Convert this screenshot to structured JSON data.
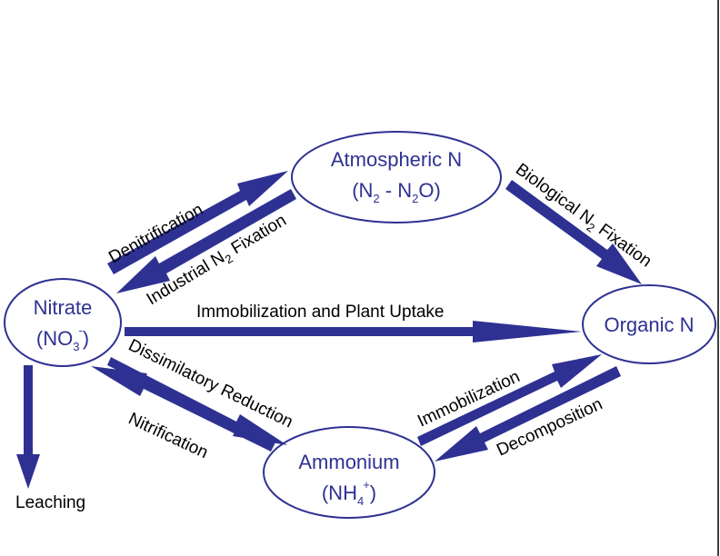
{
  "colors": {
    "arrow": "#2e3192",
    "node_text": "#2e3192",
    "label": "#000000",
    "background": "#ffffff"
  },
  "nodes": {
    "atmospheric": {
      "line1": "Atmospheric N",
      "f_a": "(N",
      "f_sub1": "2",
      "f_b": " - N",
      "f_sub2": "2",
      "f_c": "O)"
    },
    "nitrate": {
      "line1": "Nitrate",
      "f_a": "(NO",
      "f_sub": "3",
      "f_sup": "-",
      "f_b": ")"
    },
    "organic": {
      "line1": "Organic N"
    },
    "ammonium": {
      "line1": "Ammonium",
      "f_a": "(NH",
      "f_sub": "4",
      "f_sup": "+",
      "f_b": ")"
    }
  },
  "processes": {
    "denitrification": "Denitrification",
    "industrial": {
      "a": "Industrial N",
      "sub": "2",
      "b": " Fixation"
    },
    "biological": {
      "a": "Biological N",
      "sub": "2",
      "b": " Fixation"
    },
    "immobilization_plant": "Immobilization and Plant Uptake",
    "dissimilatory": "Dissimilatory Reduction",
    "nitrification": "Nitrification",
    "immobilization": "Immobilization",
    "decomposition": "Decomposition",
    "leaching": "Leaching"
  }
}
